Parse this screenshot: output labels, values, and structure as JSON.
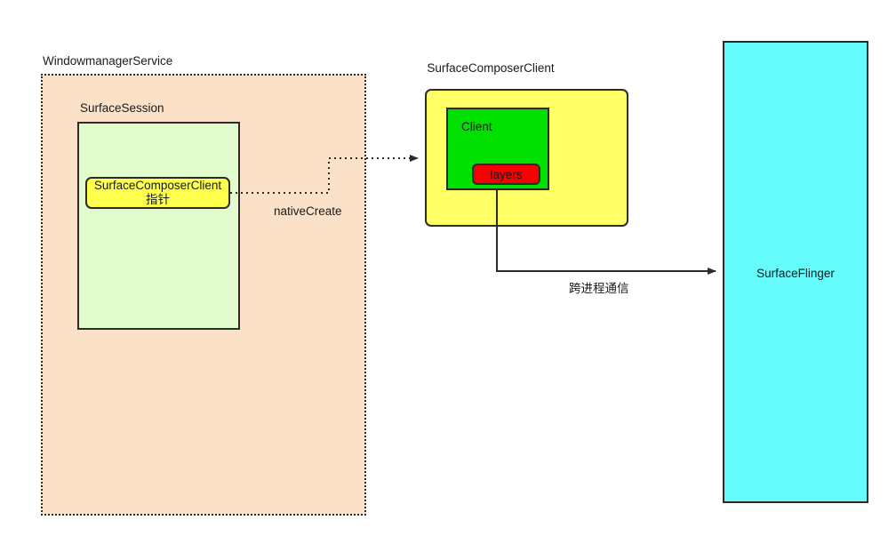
{
  "diagram": {
    "title_nodes": {
      "wms": "WindowmanagerService",
      "surface_session": "SurfaceSession",
      "surface_composer_client_ptr": "SurfaceComposerClient指针",
      "surface_composer_client": "SurfaceComposerClient",
      "client": "Client",
      "layers": "layers",
      "surface_flinger": "SurfaceFlinger"
    },
    "edges": {
      "native_create": "nativeCreate",
      "ipc": "跨进程通信"
    },
    "colors": {
      "wms_fill": "#fbe1c8",
      "session_fill": "#e2fbcd",
      "pointer_fill": "#ffff4d",
      "scc_fill": "#ffff66",
      "client_fill": "#00e000",
      "layers_fill": "#f60000",
      "flinger_fill": "#66fbfb",
      "stroke": "#2b2b2b",
      "text": "#1a1a1a",
      "background": "#ffffff"
    }
  }
}
